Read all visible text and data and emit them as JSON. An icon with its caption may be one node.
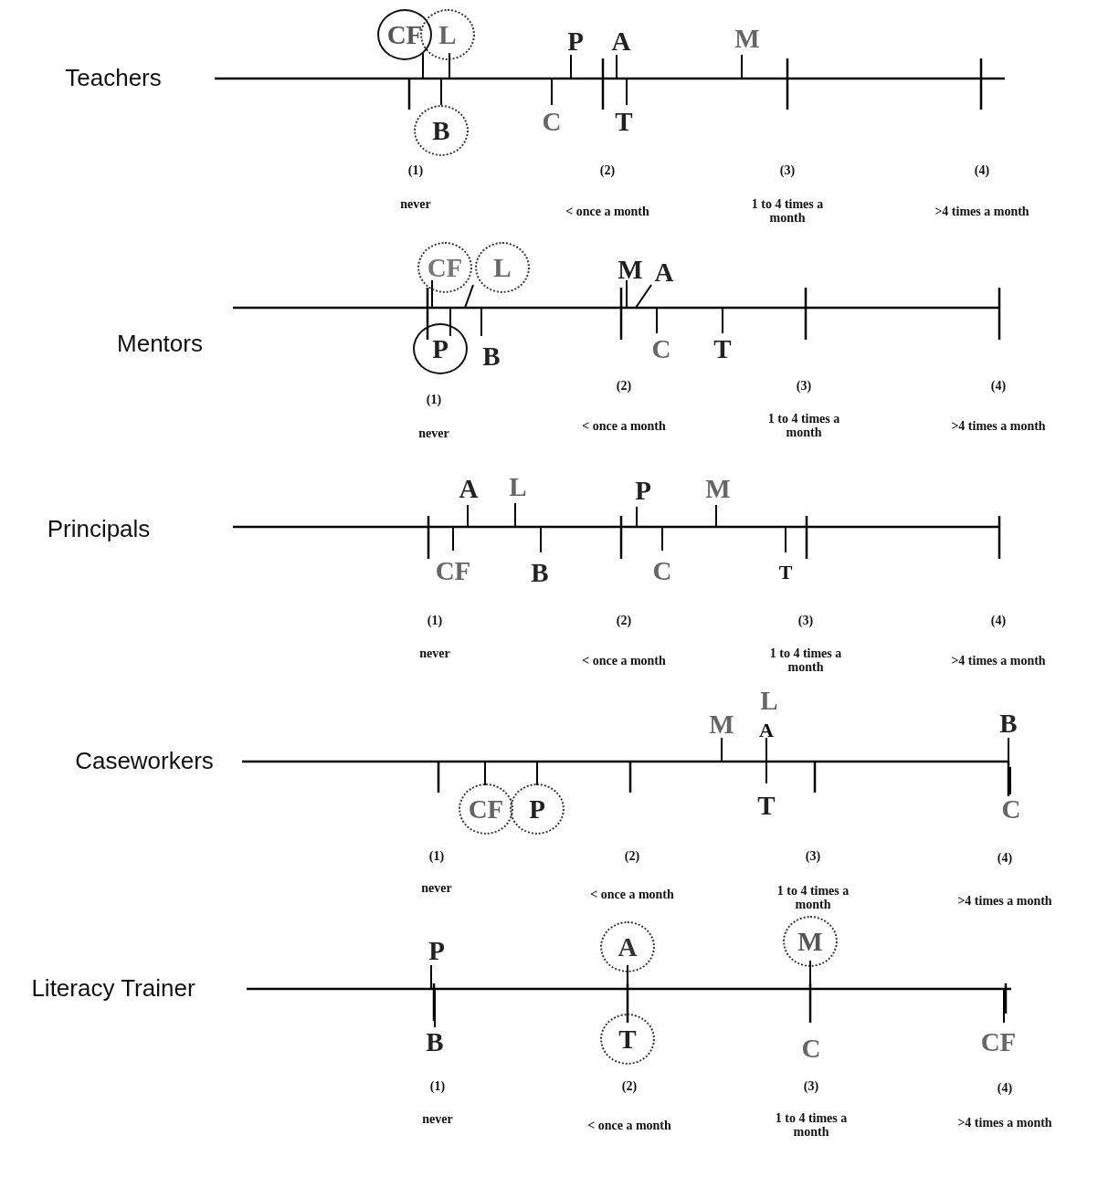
{
  "diagram": {
    "nodes": [
      {
        "text": [
          "CF"
        ]
      },
      {
        "text": [
          "L"
        ]
      },
      {
        "text": [
          "B"
        ]
      },
      {
        "text": [
          "CF"
        ]
      },
      {
        "text": [
          "L"
        ]
      },
      {
        "text": [
          "P"
        ]
      },
      {
        "text": [
          "CF"
        ]
      },
      {
        "text": [
          "P"
        ]
      },
      {
        "text": [
          "A"
        ]
      },
      {
        "text": [
          "M"
        ]
      },
      {
        "text": [
          "T"
        ]
      }
    ],
    "labels": [
      "Teachers",
      "P",
      "A",
      "M",
      "C",
      "T",
      "(1)",
      "never",
      "(2)",
      "< once a month",
      "(3)",
      "1 to 4 times a month",
      "(4)",
      ">4 times a month",
      "Mentors",
      "M",
      "A",
      "B",
      "C",
      "T",
      "(1)",
      "never",
      "(2)",
      "< once a month",
      "(3)",
      "1 to 4 times a month",
      "(4)",
      ">4 times a month",
      "Principals",
      "A",
      "L",
      "P",
      "M",
      "CF",
      "B",
      "C",
      "T",
      "(1)",
      "never",
      "(2)",
      "< once a month",
      "(3)",
      "1 to 4 times a month",
      "(4)",
      ">4 times a month",
      "Caseworkers",
      "M",
      "L",
      "A",
      "B",
      "T",
      "C",
      "(1)",
      "never",
      "(2)",
      "< once a month",
      "(3)",
      "1 to 4 times a month",
      "(4)",
      ">4 times a month",
      "Literacy Trainer",
      "P",
      "B",
      "C",
      "CF",
      "(1)",
      "never",
      "(2)",
      "< once a month",
      "(3)",
      "1 to 4 times a month",
      "(4)",
      ">4 times a month"
    ]
  }
}
